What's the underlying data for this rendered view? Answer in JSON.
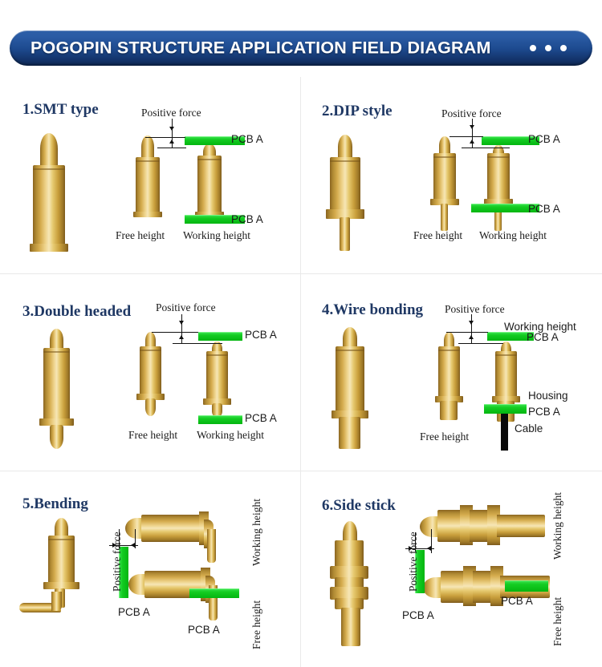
{
  "header": {
    "title": "POGOPIN STRUCTURE APPLICATION FIELD DIAGRAM",
    "dots_count": 3,
    "pill_color": "#1d4a8f",
    "text_color": "#ffffff"
  },
  "theme": {
    "panel_title_color": "#1f3864",
    "pcb_green": "#03b510",
    "brass_gold": "#d4ab4d",
    "divider_gray": "#e9e9e9",
    "cable_black": "#0a0a0a"
  },
  "panels": [
    {
      "id": "smt-type",
      "title": "1.SMT type",
      "labels": {
        "positive_force": "Positive force",
        "free_height": "Free height",
        "working_height": "Working height",
        "pcb_top": "PCB A",
        "pcb_bottom": "PCB A"
      }
    },
    {
      "id": "dip-style",
      "title": "2.DIP style",
      "labels": {
        "positive_force": "Positive force",
        "free_height": "Free height",
        "working_height": "Working height",
        "pcb_top": "PCB A",
        "pcb_bottom": "PCB A"
      }
    },
    {
      "id": "double-headed",
      "title": "3.Double headed",
      "labels": {
        "positive_force": "Positive force",
        "free_height": "Free height",
        "working_height": "Working height",
        "pcb_top": "PCB A",
        "pcb_bottom": "PCB A"
      }
    },
    {
      "id": "wire-bonding",
      "title": "4.Wire bonding",
      "labels": {
        "positive_force": "Positive force",
        "free_height": "Free height",
        "working_height": "Working height",
        "pcb_top": "PCB A",
        "housing": "Housing",
        "pcb_bottom": "PCB A",
        "cable": "Cable"
      }
    },
    {
      "id": "bending",
      "title": "5.Bending",
      "labels": {
        "positive_force": "Positive force",
        "working_height": "Working height",
        "free_height": "Free height",
        "pcb_left": "PCB A",
        "pcb_right": "PCB  A"
      }
    },
    {
      "id": "side-stick",
      "title": "6.Side stick",
      "labels": {
        "positive_force": "Positive force",
        "working_height": "Working height",
        "free_height": "Free height",
        "pcb_left": "PCB A",
        "pcb_right": "PCB A"
      }
    }
  ]
}
